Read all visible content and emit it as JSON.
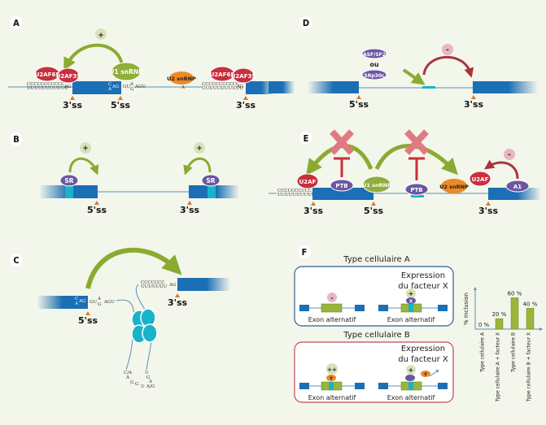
{
  "colors": {
    "background": "#f3f6ea",
    "exon_blue": "#1b6fb5",
    "intron_line": "#5b8fbf",
    "enhancer_teal": "#19b3c9",
    "u2af_red": "#c8303d",
    "snrnp_green": "#8fae3a",
    "u2_orange": "#ec8a25",
    "sr_purple": "#6a57a3",
    "activation_green": "#8aab32",
    "repression_red": "#a8343c",
    "plus_circle": "#d8e3b8",
    "minus_circle": "#e7b7bf",
    "block_cross": "#e07a82",
    "splice_marker": "#d9773a",
    "box_blue": "#2c5d92",
    "box_red": "#c04a55",
    "bar_green": "#9bb43b"
  },
  "panels": {
    "A": {
      "label": "A",
      "proteins": [
        "U2AF65",
        "U2AF35",
        "U1 snRNP",
        "U2 snRNP",
        "U2AF65",
        "U2AF35"
      ],
      "sign": "+",
      "polypyrimidine_top": "CCCCCCCCCCC",
      "polypyrimidine_bottom": "UUUUUUUUUUU",
      "seq_ag": "AG",
      "seq_ca_top": "C",
      "seq_ca_bottom": "A",
      "seq_gu": "GU",
      "seq_ag_top": "A",
      "seq_ag_bottom": "G",
      "seq_agu": "AGU",
      "branch_a": "A",
      "sites": [
        "3'ss",
        "5'ss",
        "3'ss"
      ]
    },
    "B": {
      "label": "B",
      "proteins": [
        "SR",
        "SR"
      ],
      "signs": [
        "+",
        "+"
      ],
      "sites": [
        "5'ss",
        "3'ss"
      ]
    },
    "C": {
      "label": "C",
      "seq_ca_top": "C",
      "seq_ca_bottom": "A",
      "seq_ag": "AG",
      "seq_gu": "GU",
      "seq_agu": "AGU",
      "seq_a": "A",
      "seq_g": "G",
      "polypyrimidine_top": "CCCCCCC",
      "polypyrimidine_bottom": "UUUUUUU",
      "loop_left": [
        "C/A",
        "A",
        "G",
        "G"
      ],
      "loop_right": [
        "U",
        "G",
        "A",
        "A/G",
        "U"
      ],
      "sites": [
        "5'ss",
        "3'ss"
      ]
    },
    "D": {
      "label": "D",
      "proteins": [
        "ASF/SF2",
        "SRp30c"
      ],
      "or_text": "ou",
      "sign": "-",
      "sites": [
        "5'ss",
        "3'ss"
      ]
    },
    "E": {
      "label": "E",
      "proteins": [
        "U2AF",
        "PTB",
        "U1 snRNP",
        "PTB",
        "U2 snRNP",
        "U2AF",
        "A1"
      ],
      "sign": "-",
      "polypyrimidine_top": "CCCCCCCCCC",
      "polypyrimidine_bottom": "UUUUUUUUUU",
      "sites": [
        "3'ss",
        "5'ss",
        "3'ss"
      ]
    },
    "F": {
      "label": "F",
      "cell_a_title": "Type cellulaire A",
      "cell_b_title": "Type cellulaire B",
      "expression_line1": "Expression",
      "expression_line2": "du facteur X",
      "exon_label": "Exon alternatif",
      "sign_minus": "-",
      "sign_plus": "+",
      "sign_plusplus": "++",
      "factor_x": "X",
      "factor_y": "Y"
    }
  },
  "chart_data": {
    "type": "bar",
    "title": "",
    "xlabel": "",
    "ylabel": "% Inclusion",
    "categories": [
      "Type cellulaire A",
      "Type cellulaire A + facteur X",
      "Type cellulaire B",
      "Type cellulaire B + facteur X"
    ],
    "values": [
      0,
      20,
      60,
      40
    ],
    "value_labels": [
      "0 %",
      "20 %",
      "60 %",
      "40 %"
    ],
    "ylim": [
      0,
      70
    ],
    "grid": false
  }
}
